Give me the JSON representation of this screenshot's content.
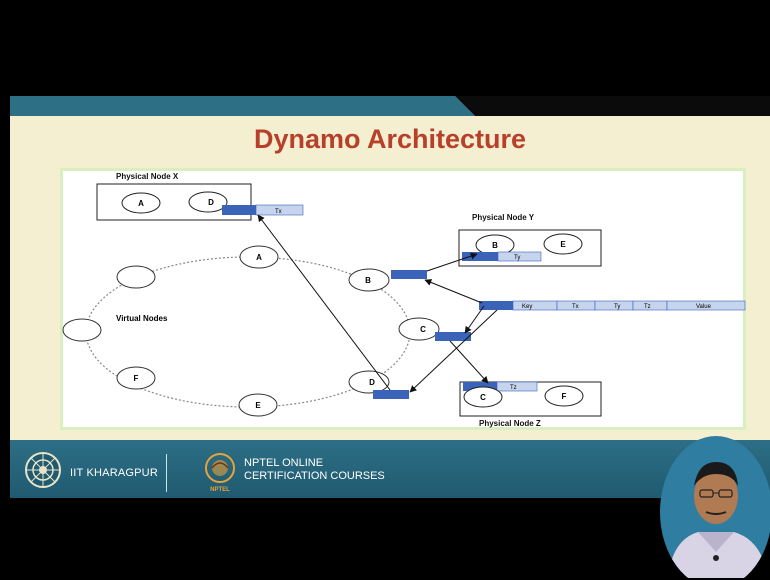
{
  "slide": {
    "title": "Dynamo Architecture"
  },
  "diagram": {
    "physical_node_x": {
      "label": "Physical Node X",
      "nodes": [
        "A",
        "D"
      ],
      "tag": "Tx"
    },
    "physical_node_y": {
      "label": "Physical Node Y",
      "nodes": [
        "B",
        "E"
      ],
      "tag": "Ty"
    },
    "physical_node_z": {
      "label": "Physical Node Z",
      "nodes": [
        "C",
        "F"
      ],
      "tag": "Tz"
    },
    "ring": {
      "label": "Virtual Nodes",
      "nodes": [
        "A",
        "B",
        "C",
        "D",
        "E",
        "F"
      ]
    },
    "record": {
      "fields": [
        "Key",
        "Tx",
        "Ty",
        "Tz",
        "Value"
      ]
    }
  },
  "footer": {
    "institute": "IIT KHARAGPUR",
    "nptel_line1": "NPTEL ONLINE",
    "nptel_line2": "CERTIFICATION COURSES",
    "nptel_small": "NPTEL"
  },
  "colors": {
    "slide_background": "#f3efd0",
    "title": "#b8402a",
    "teal_band": "#2d7085",
    "footer": "#2d6f86",
    "diagram_border": "#d8efc0",
    "blue_block": "#3b63b8",
    "light_blue_tag": "#c6d4ee"
  }
}
